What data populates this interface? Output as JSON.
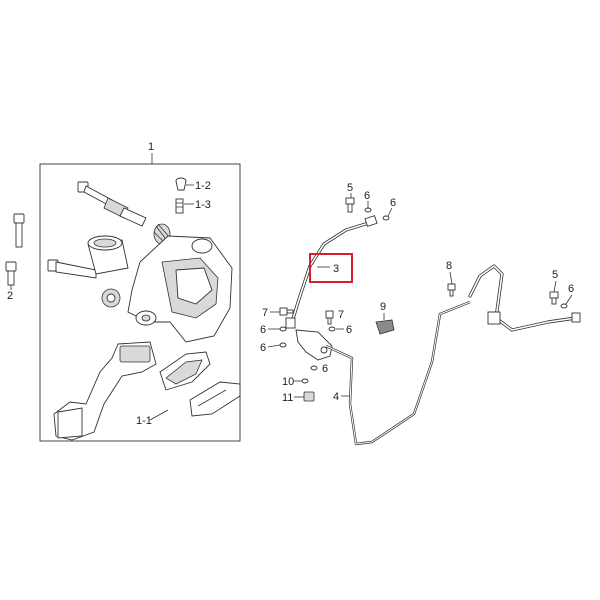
{
  "diagram": {
    "callouts": {
      "c1": "1",
      "c1_2": "1-2",
      "c1_3": "1-3",
      "c2": "2",
      "c1_1": "1-1",
      "c3": "3",
      "c4": "4",
      "c5": "5",
      "c6a": "6",
      "c6b": "6",
      "c6c": "6",
      "c6d": "6",
      "c6e": "6",
      "c6f": "6",
      "c6g": "6",
      "c7a": "7",
      "c7b": "7",
      "c8": "8",
      "c9": "9",
      "c10": "10",
      "c11": "11",
      "c5b": "5"
    },
    "highlight_color": "#d6202c",
    "highlighted_part": "3"
  }
}
